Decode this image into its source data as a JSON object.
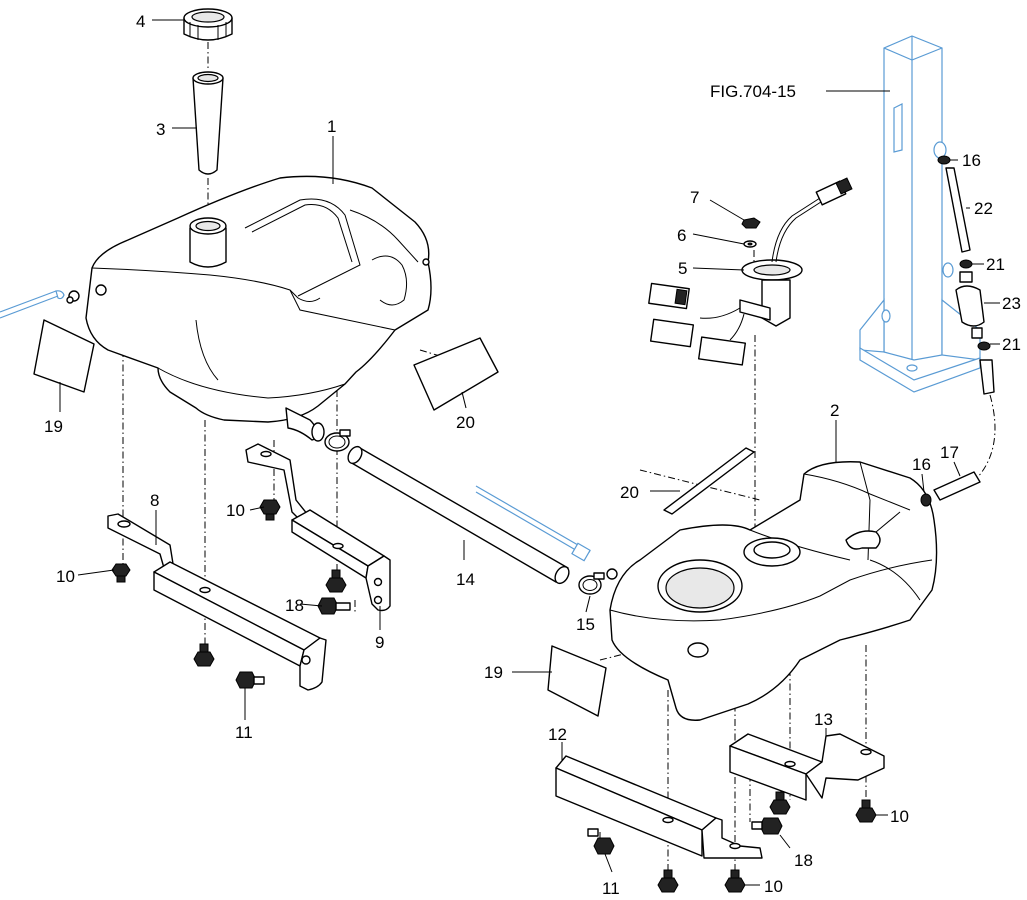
{
  "figure_ref": "FIG.704-15",
  "callouts": {
    "c1": "1",
    "c2": "2",
    "c3": "3",
    "c4": "4",
    "c5": "5",
    "c6": "6",
    "c7": "7",
    "c8": "8",
    "c9": "9",
    "c10a": "10",
    "c10b": "10",
    "c10c": "10",
    "c10d": "10",
    "c11a": "11",
    "c11b": "11",
    "c12": "12",
    "c13": "13",
    "c14": "14",
    "c15": "15",
    "c16a": "16",
    "c16b": "16",
    "c17": "17",
    "c18a": "18",
    "c18b": "18",
    "c19a": "19",
    "c19b": "19",
    "c20a": "20",
    "c20b": "20",
    "c21a": "21",
    "c21b": "21",
    "c22": "22",
    "c23": "23"
  }
}
